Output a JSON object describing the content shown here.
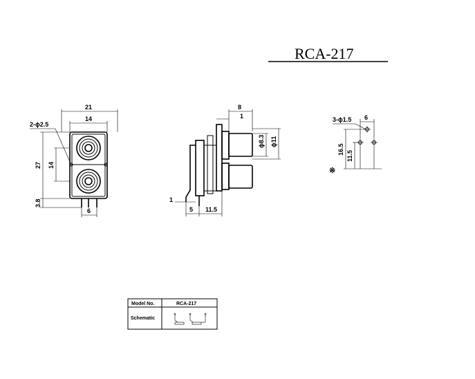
{
  "title": "RCA-217",
  "front_view": {
    "width_overall": "21",
    "width_inner": "14",
    "hole_callout": "2-ϕ2.5",
    "height_overall": "27",
    "height_pitch": "14",
    "pin_length": "3.8",
    "pin_spacing": "6"
  },
  "side_view": {
    "depth_top": "8",
    "flange": "1",
    "diameter_inner": "ϕ8.3",
    "diameter_outer": "ϕ11",
    "left_offset": "1",
    "base_left": "5",
    "base_right": "11.5"
  },
  "pcb_layout": {
    "hole_callout": "3-ϕ1.5",
    "pitch_x": "6",
    "height_total": "16.5",
    "height_pitch": "11.5",
    "note_mark": "※"
  },
  "table": {
    "model_label": "Model No.",
    "model_value": "RCA-217",
    "schematic_label": "Schematic"
  }
}
